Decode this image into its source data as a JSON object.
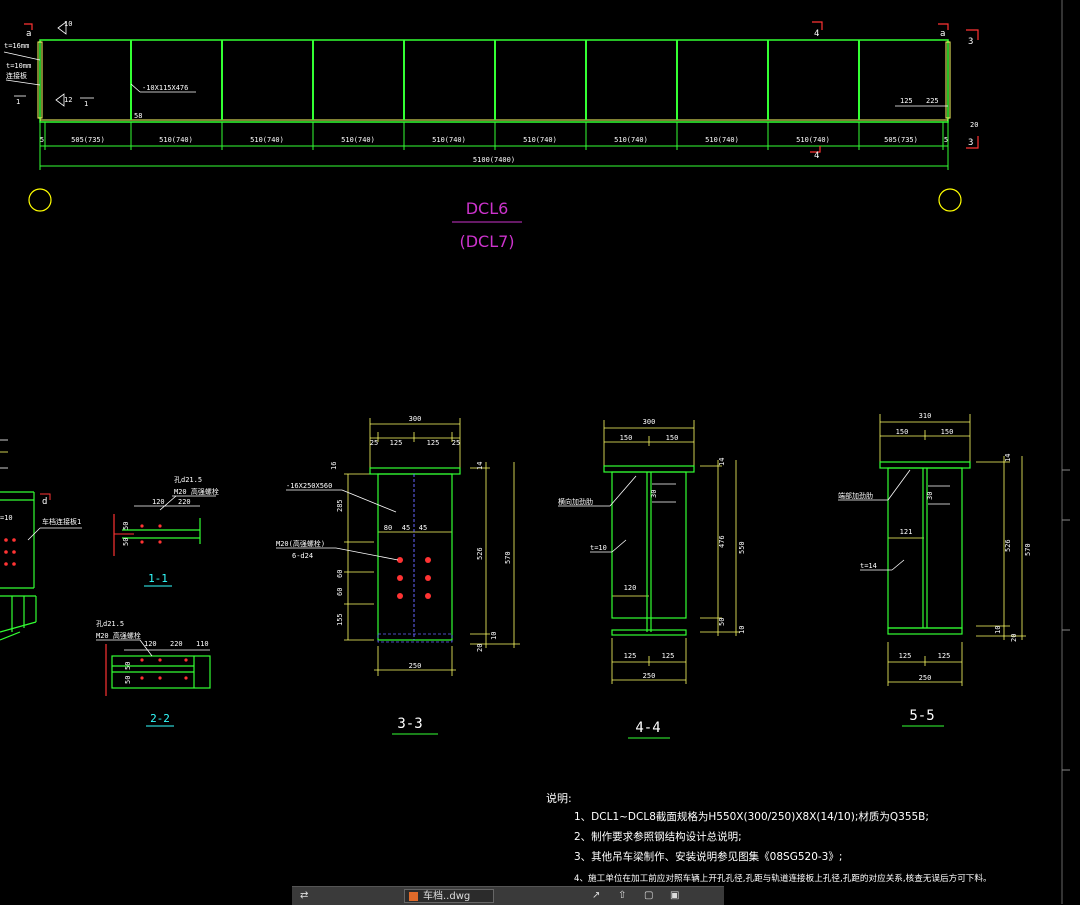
{
  "drawing": {
    "beam_title": "DCL6",
    "beam_subtitle": "(DCL7)",
    "elevation": {
      "notes": {
        "t16": "t=16mm",
        "t10": "t=10mm",
        "weld": "连接板",
        "stiffener": "-10X115X476",
        "weld_top": "10",
        "weld_bot": "12",
        "fraction": "1",
        "mark58": "58",
        "dim125": "125",
        "dim225": "225",
        "dim20": "20"
      },
      "section_marks": {
        "a": "a",
        "b": "a",
        "c4": "4",
        "c3": "3"
      },
      "dims": [
        "5",
        "505(735)",
        "510(740)",
        "510(740)",
        "510(740)",
        "510(740)",
        "510(740)",
        "510(740)",
        "510(740)",
        "510(740)",
        "505(735)",
        "5"
      ],
      "total": "5100(7400)"
    },
    "details": {
      "s11": {
        "title": "1-1",
        "notes": [
          "孔d21.5",
          "M20 高强螺栓"
        ],
        "dims": [
          "120",
          "220",
          "50",
          "50"
        ]
      },
      "s22": {
        "title": "2-2",
        "notes": [
          "孔d21.5",
          "M20 高强螺栓"
        ],
        "dims": [
          "120",
          "220",
          "110",
          "50",
          "50"
        ]
      },
      "left_partial": {
        "label": "车档连接板1",
        "mark": "d",
        "tval": "=10"
      }
    },
    "sections": {
      "s33": {
        "title": "3-3",
        "top": [
          "300",
          "25",
          "125",
          "125",
          "25"
        ],
        "plate": "-16X250X560",
        "bolts": [
          "M20(高强螺栓)",
          "6-d24"
        ],
        "mid": [
          "80",
          "45",
          "45"
        ],
        "left_dims": [
          "285",
          "60",
          "60",
          "155"
        ],
        "right_dims": [
          "14",
          "526",
          "570",
          "10",
          "20"
        ],
        "top_thk": "16",
        "bottom": "250"
      },
      "s44": {
        "title": "4-4",
        "top": [
          "300",
          "150",
          "150"
        ],
        "stiffener": "横向加劲肋",
        "t": "t=10",
        "mid": [
          "120",
          "30"
        ],
        "right_dims": [
          "14",
          "476",
          "550",
          "50",
          "10"
        ],
        "bottom": [
          "125",
          "125",
          "250"
        ]
      },
      "s55": {
        "title": "5-5",
        "top": [
          "310",
          "150",
          "150"
        ],
        "stiffener": "端部加劲肋",
        "t": "t=14",
        "mid": [
          "121",
          "30"
        ],
        "right_dims": [
          "14",
          "526",
          "570",
          "10",
          "20"
        ],
        "bottom": [
          "125",
          "125",
          "250"
        ]
      }
    },
    "notes": {
      "heading": "说明:",
      "items": [
        "1、DCL1~DCL8截面规格为H550X(300/250)X8X(14/10);材质为Q355B;",
        "2、制作要求参照钢结构设计总说明;",
        "3、其他吊车梁制作、安装说明参见图集《08SG520-3》;",
        "4、施工单位在加工前应对照车辆上开孔孔径,孔距与轨道连接板上孔径,孔距的对应关系,核查无误后方可下料。"
      ]
    }
  },
  "taskbar": {
    "doc_label": "车档..dwg"
  }
}
